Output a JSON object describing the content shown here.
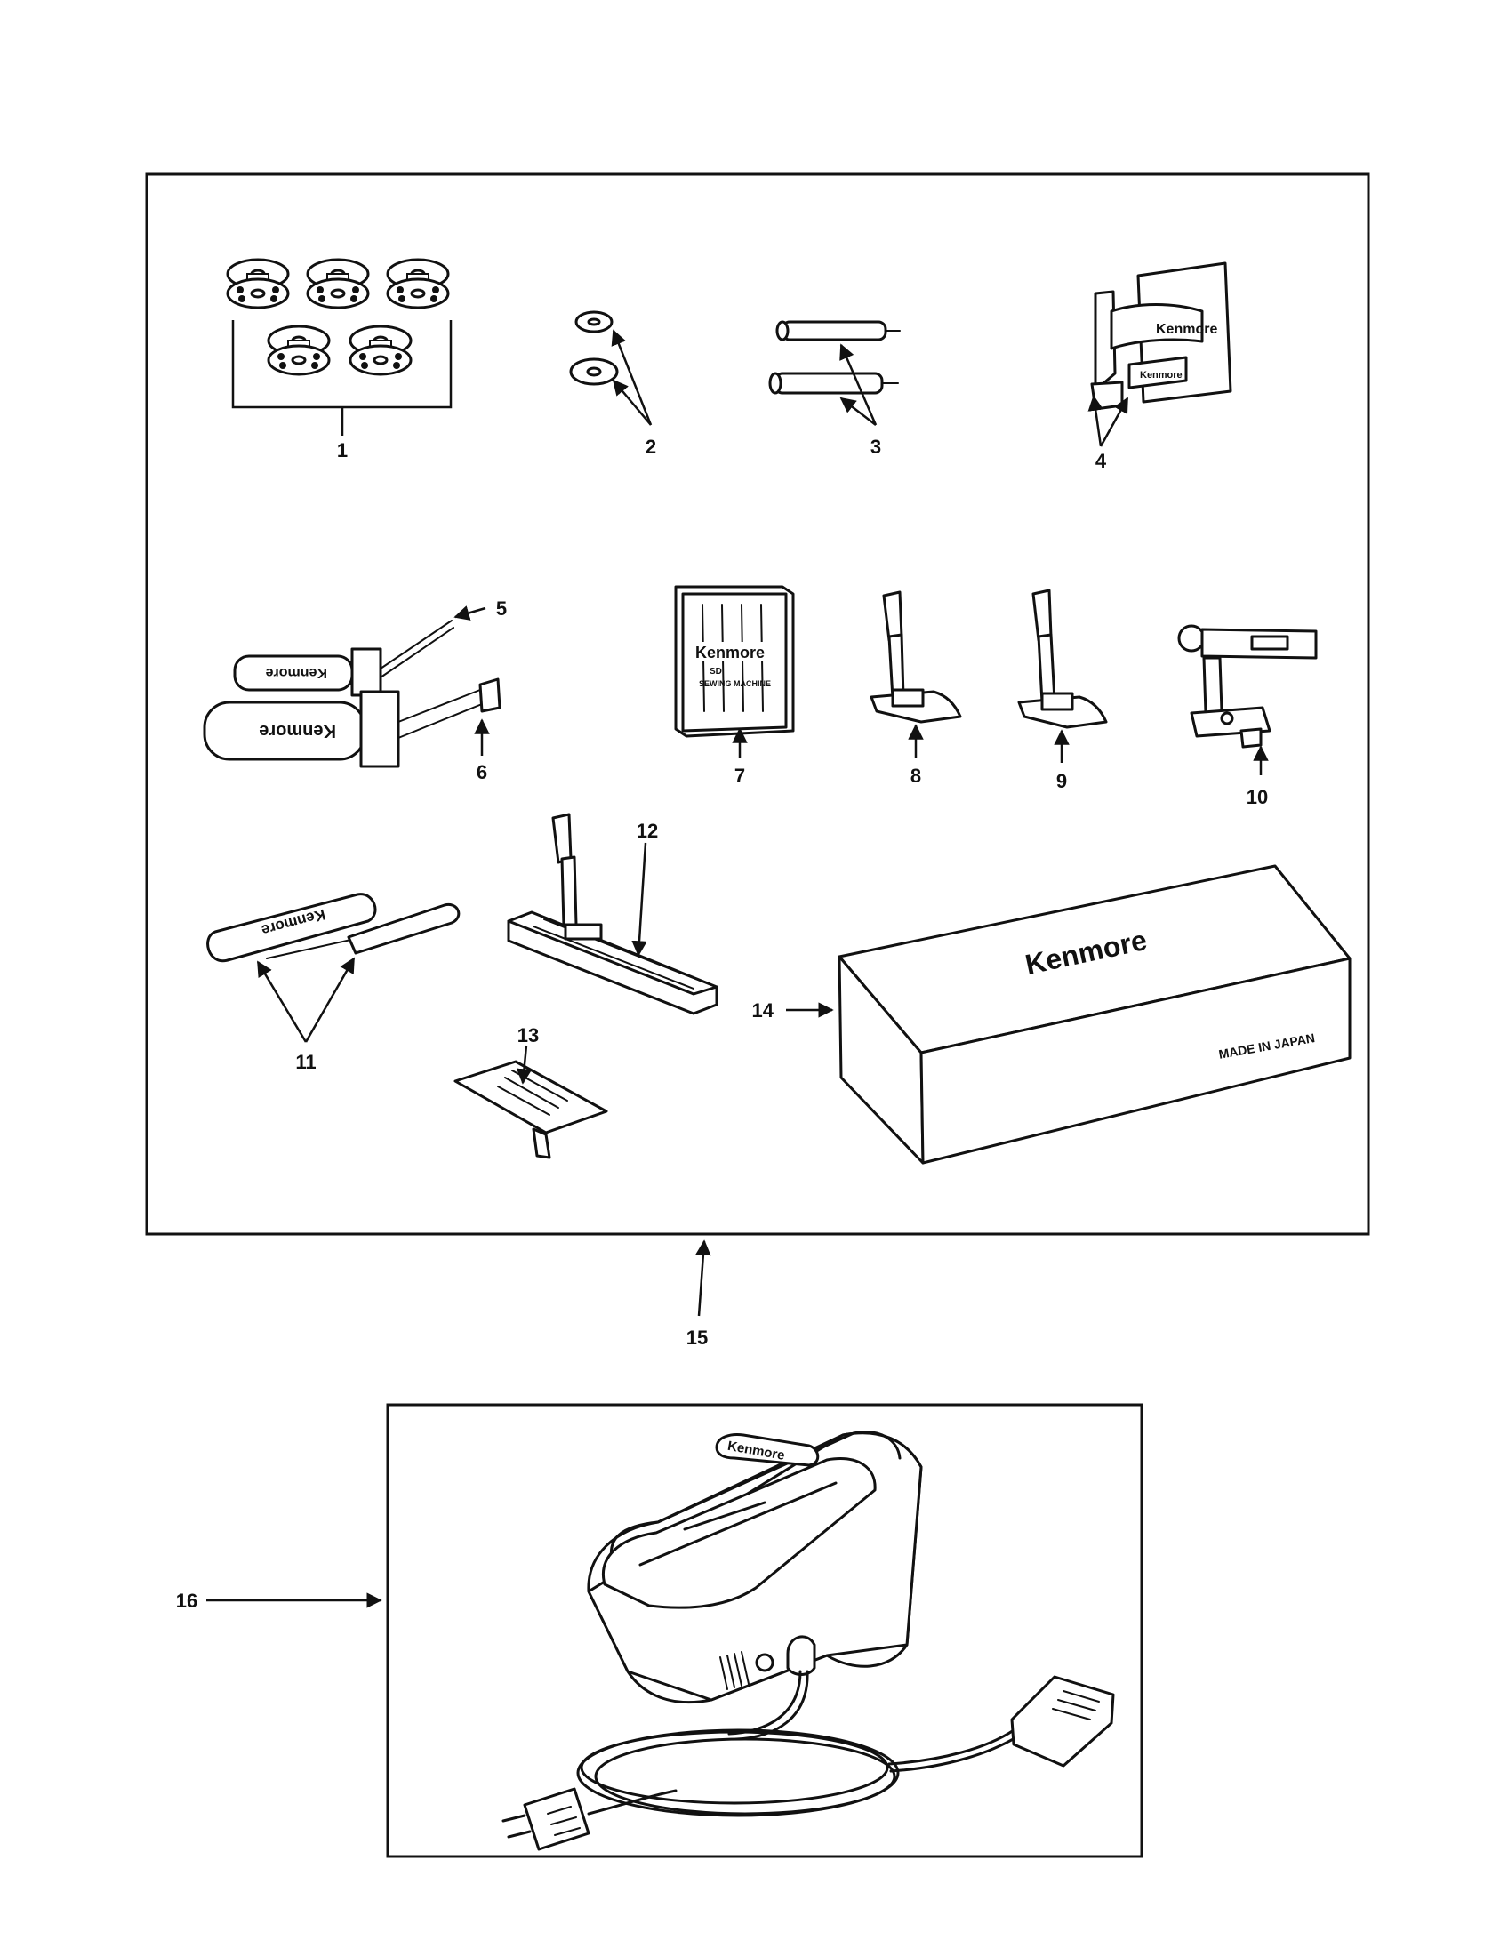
{
  "callouts": [
    {
      "id": "1",
      "label": "1"
    },
    {
      "id": "2",
      "label": "2"
    },
    {
      "id": "3",
      "label": "3"
    },
    {
      "id": "4",
      "label": "4"
    },
    {
      "id": "5",
      "label": "5"
    },
    {
      "id": "6",
      "label": "6"
    },
    {
      "id": "7",
      "label": "7"
    },
    {
      "id": "8",
      "label": "8"
    },
    {
      "id": "9",
      "label": "9"
    },
    {
      "id": "10",
      "label": "10"
    },
    {
      "id": "11",
      "label": "11"
    },
    {
      "id": "12",
      "label": "12"
    },
    {
      "id": "13",
      "label": "13"
    },
    {
      "id": "14",
      "label": "14"
    },
    {
      "id": "15",
      "label": "15"
    },
    {
      "id": "16",
      "label": "16"
    }
  ],
  "brand": {
    "name": "Kenmore",
    "box_origin": "MADE IN JAPAN",
    "needle_pack_line1": "SD",
    "needle_pack_line2": "SEWING MACHINE"
  }
}
